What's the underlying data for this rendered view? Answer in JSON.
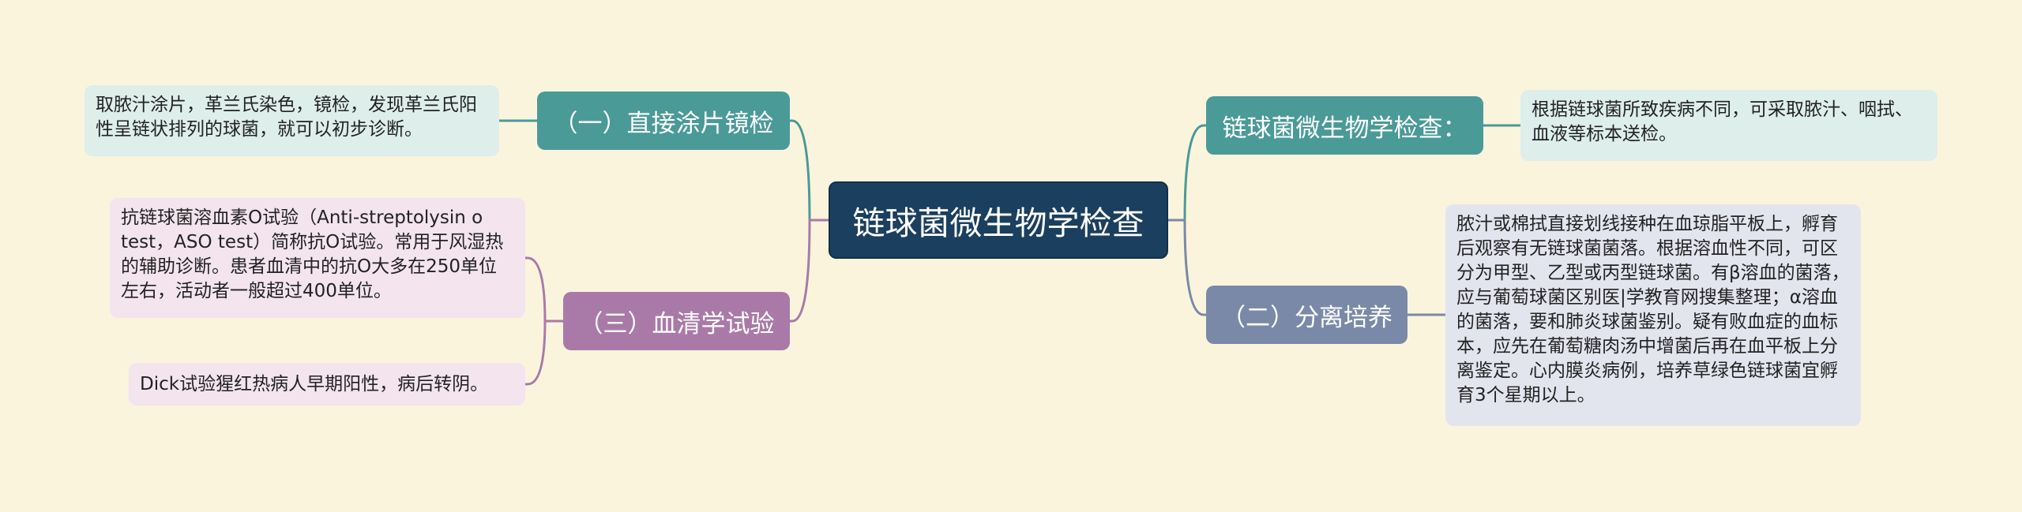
{
  "root": {
    "label": "链球菌微生物学检查"
  },
  "left": {
    "direct_smear": {
      "label": "（一）直接涂片镜检",
      "leaf": "取脓汁涂片，革兰氏染色，镜检，发现革兰氏阳性呈链状排列的球菌，就可以初步诊断。"
    },
    "serology": {
      "label": "（三）血清学试验",
      "leaf_aso": "抗链球菌溶血素O试验（Anti-streptolysin o test，ASO test）简称抗O试验。常用于风湿热的辅助诊断。患者血清中的抗O大多在250单位左右，活动者一般超过400单位。",
      "leaf_dick": "Dick试验猩红热病人早期阳性，病后转阴。"
    }
  },
  "right": {
    "exam": {
      "label": "链球菌微生物学检查：",
      "leaf": "根据链球菌所致疾病不同，可采取脓汁、咽拭、血液等标本送检。"
    },
    "culture": {
      "label": "（二）分离培养",
      "leaf": "脓汁或棉拭直接划线接种在血琼脂平板上，孵育后观察有无链球菌菌落。根据溶血性不同，可区分为甲型、乙型或丙型链球菌。有β溶血的菌落，应与葡萄球菌区别医|学教育网搜集整理；α溶血的菌落，要和肺炎球菌鉴别。疑有败血症的血标本，应先在葡萄糖肉汤中增菌后再在血平板上分离鉴定。心内膜炎病例，培养草绿色链球菌宜孵育3个星期以上。"
    }
  },
  "colors": {
    "background": "#fbf4dd",
    "root": "#1b3f5e",
    "teal": "#4a9a98",
    "purple": "#a97aa7",
    "slate": "#7b89a8"
  }
}
